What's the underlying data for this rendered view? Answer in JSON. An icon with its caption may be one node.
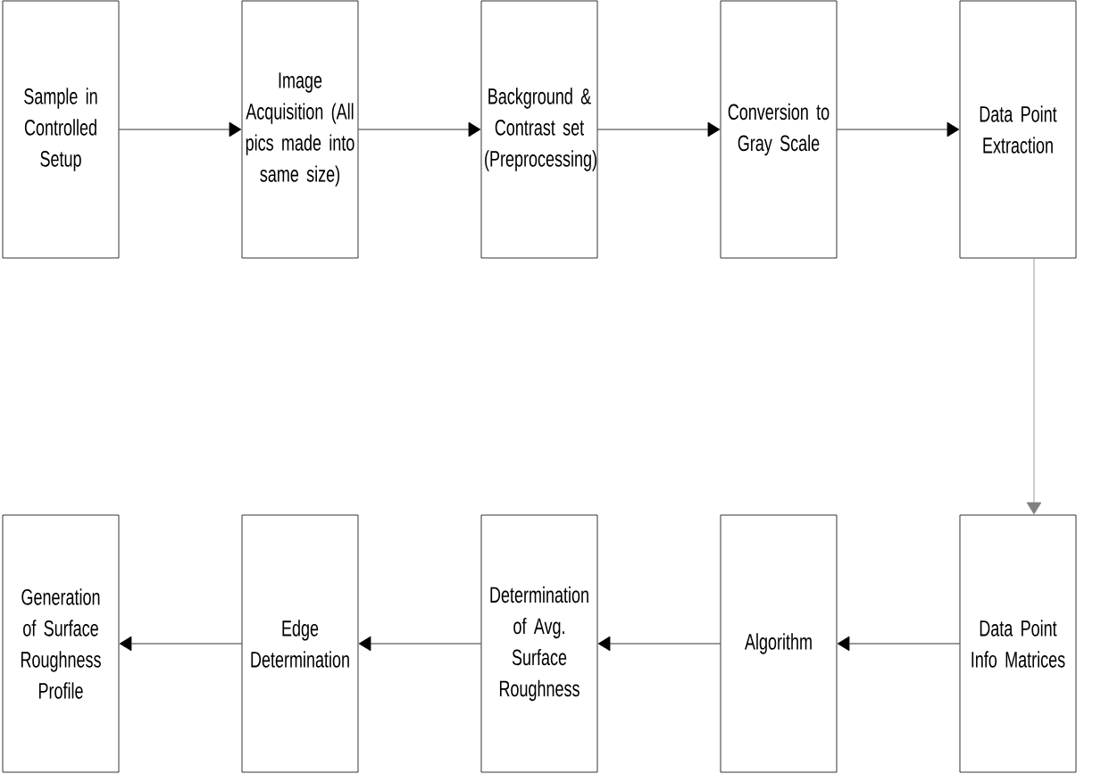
{
  "diagram": {
    "nodes": [
      {
        "text": [
          "Sample in Controlled Setup"
        ]
      },
      {
        "text": [
          "Image Acquisition (All pics made into same size)"
        ]
      },
      {
        "text": [
          "Background & Contrast set (Preprocessing)"
        ]
      },
      {
        "text": [
          "Conversion to Gray Scale"
        ]
      },
      {
        "text": [
          "Data Point Extraction"
        ]
      },
      {
        "text": [
          "Generation of Surface Roughness Profile"
        ]
      },
      {
        "text": [
          "Edge Determination"
        ]
      },
      {
        "text": [
          "Determination of Avg. Surface Roughness"
        ]
      },
      {
        "text": [
          "Algorithm"
        ]
      },
      {
        "text": [
          "Data Point Info Matrices"
        ]
      }
    ],
    "edges": [
      {
        "from": 0,
        "to": 1,
        "arrow": "to"
      },
      {
        "from": 1,
        "to": 2,
        "arrow": "to"
      },
      {
        "from": 2,
        "to": 3,
        "arrow": "to"
      },
      {
        "from": 3,
        "to": 4,
        "arrow": "to"
      },
      {
        "from": 4,
        "to": 9,
        "arrow": "to",
        "color": "#808080"
      },
      {
        "from": 9,
        "to": 8,
        "arrow": "to"
      },
      {
        "from": 8,
        "to": 7,
        "arrow": "to"
      },
      {
        "from": 7,
        "to": 6,
        "arrow": "to"
      },
      {
        "from": 6,
        "to": 5,
        "arrow": "to"
      }
    ]
  }
}
